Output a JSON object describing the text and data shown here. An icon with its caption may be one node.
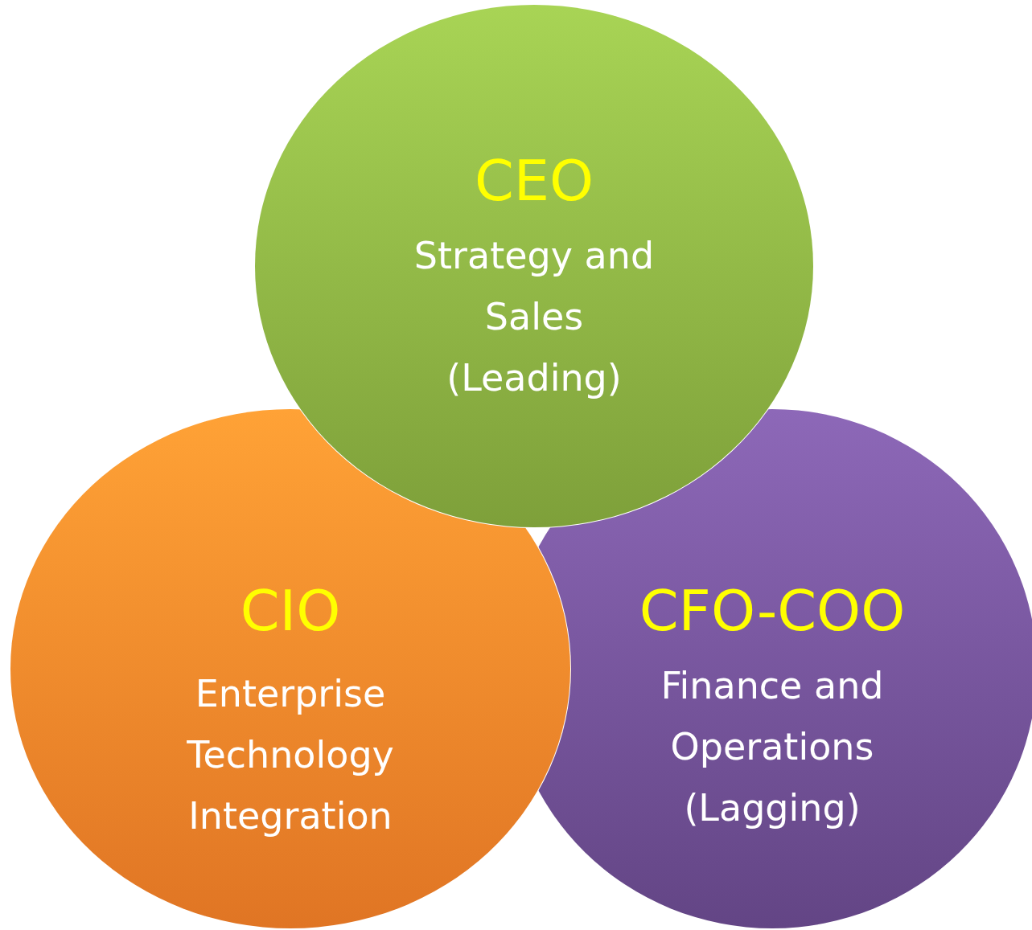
{
  "diagram": {
    "nodes": [
      {
        "text": [
          "CEO",
          "Strategy and Sales (Leading)"
        ]
      },
      {
        "text": [
          "CIO",
          "Enterprise Technology Integration"
        ]
      },
      {
        "text": [
          "CFO-COO",
          "Finance and Operations (Lagging)"
        ]
      }
    ]
  }
}
